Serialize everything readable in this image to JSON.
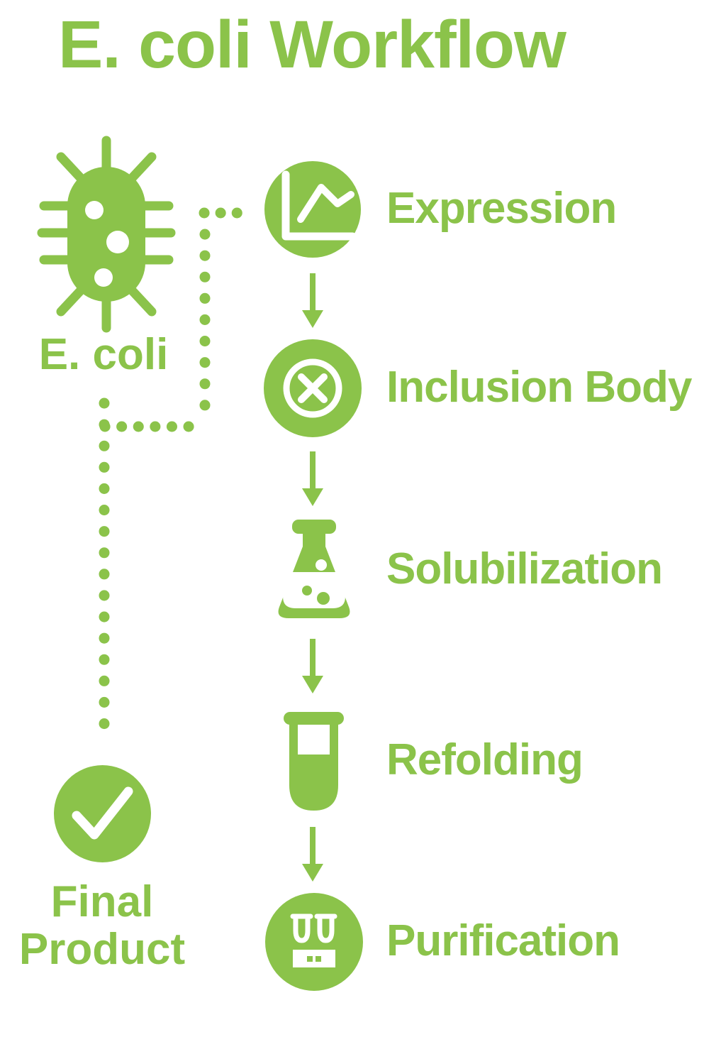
{
  "title": "E. coli Workflow",
  "theme": {
    "green": "#8BC34A",
    "background": "#FFFFFF",
    "icon_foreground": "#FFFFFF"
  },
  "source": {
    "label": "E. coli",
    "icon": "bacterium-icon"
  },
  "stages": [
    {
      "label": "Expression",
      "icon": "line-chart-icon"
    },
    {
      "label": "Inclusion Body",
      "icon": "crossed-circle-icon"
    },
    {
      "label": "Solubilization",
      "icon": "erlenmeyer-flask-icon"
    },
    {
      "label": "Refolding",
      "icon": "test-tube-icon"
    },
    {
      "label": "Purification",
      "icon": "test-tube-rack-icon"
    }
  ],
  "final_product": {
    "lines": [
      "Final",
      "Product"
    ],
    "icon": "checkmark-circle-icon"
  }
}
